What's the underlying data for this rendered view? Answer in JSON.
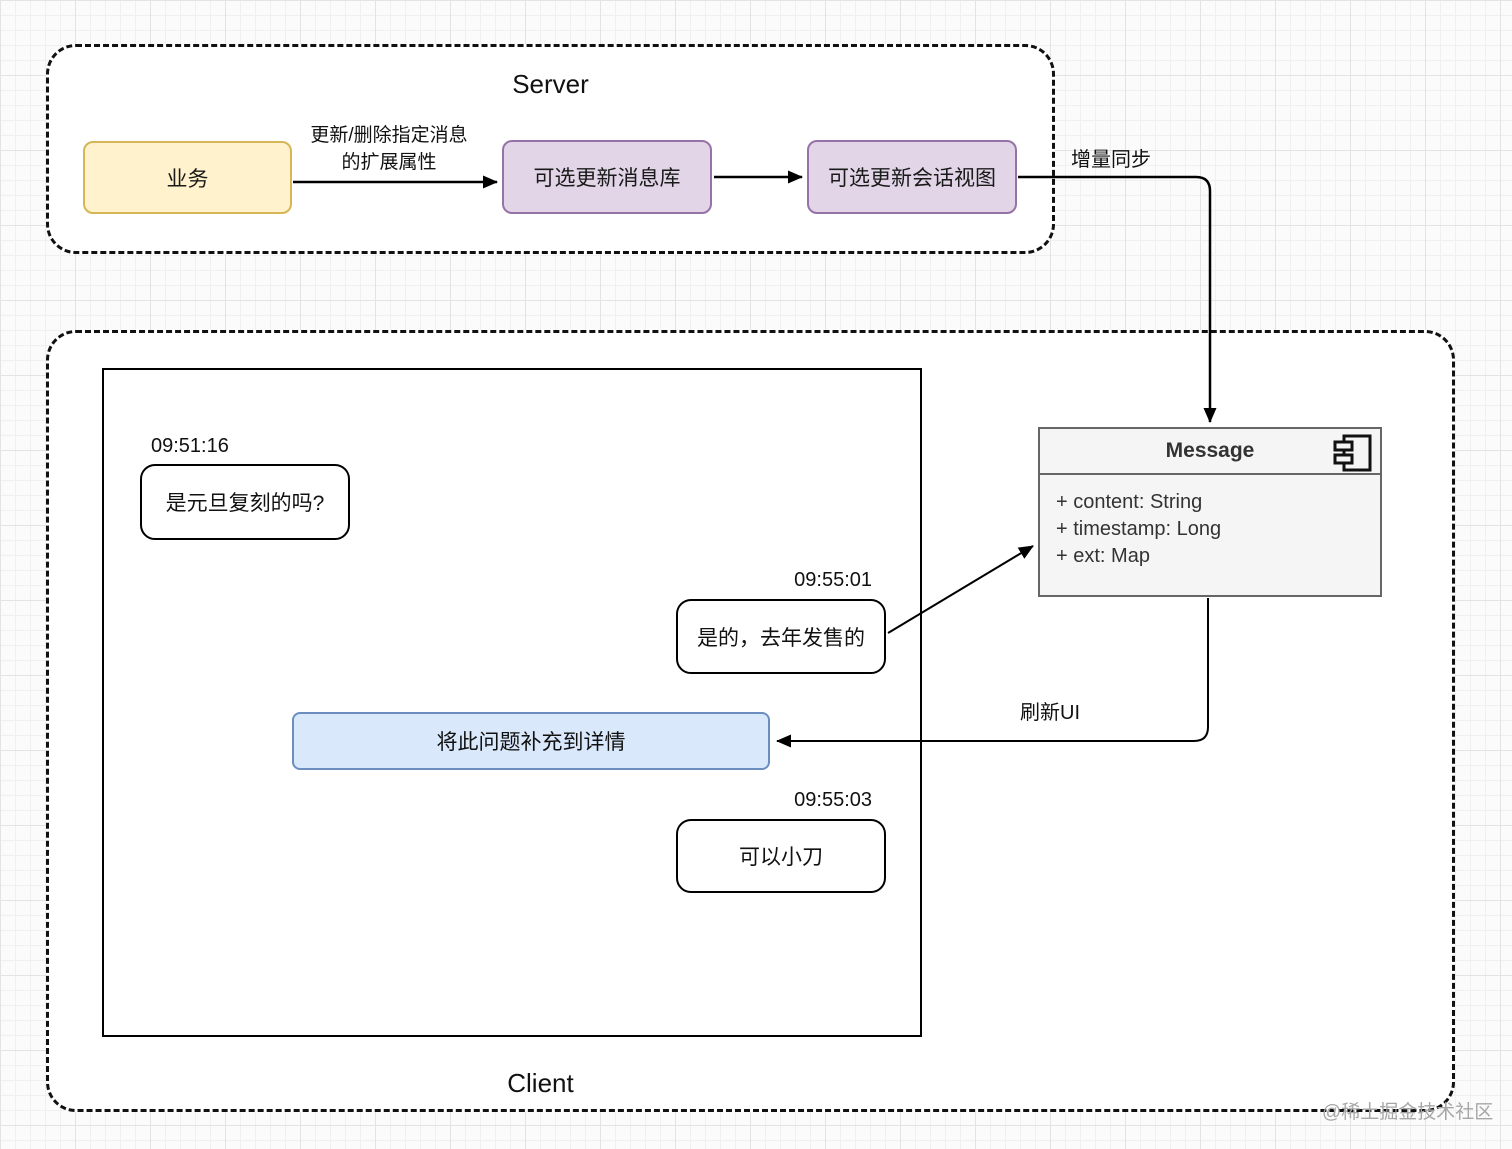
{
  "server": {
    "title": "Server",
    "nodes": {
      "business": "业务",
      "message_store": "可选更新消息库",
      "session_view": "可选更新会话视图"
    },
    "edge_labels": {
      "update_ext": "更新/删除指定消息的扩展属性",
      "incremental_sync": "增量同步"
    }
  },
  "client": {
    "title": "Client",
    "chat": {
      "messages": [
        {
          "time": "09:51:16",
          "text": "是元旦复刻的吗?",
          "side": "left"
        },
        {
          "time": "09:55:01",
          "text": "是的，去年发售的",
          "side": "right"
        },
        {
          "time": "09:55:03",
          "text": "可以小刀",
          "side": "right"
        }
      ],
      "action_banner": "将此问题补充到详情"
    },
    "edge_labels": {
      "refresh_ui": "刷新UI"
    }
  },
  "message_class": {
    "title": "Message",
    "icon": "uml-component-icon",
    "fields": [
      "+ content: String",
      "+ timestamp: Long",
      "+ ext: Map"
    ]
  },
  "watermark": "@稀土掘金技术社区",
  "colors": {
    "business_fill": "#fff2cc",
    "business_stroke": "#d6b656",
    "server_step_fill": "#e1d5e7",
    "server_step_stroke": "#9673a6",
    "banner_fill": "#dae8fc",
    "banner_stroke": "#6c8ebf",
    "class_fill": "#f5f5f5",
    "class_stroke": "#666666",
    "edge_stroke": "#000000"
  }
}
